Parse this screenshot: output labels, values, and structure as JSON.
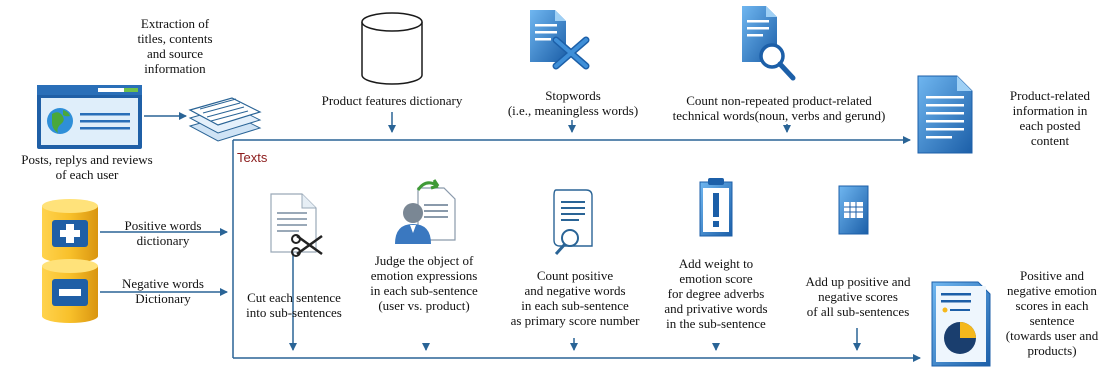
{
  "colors": {
    "arrow": "#2a6496",
    "icon_blue": "#1e6fb8",
    "icon_light": "#5aa6e8",
    "cylinder_yellow": "#f5b81c",
    "texts_label": "#8b1a1a"
  },
  "labels": {
    "extraction": "Extraction of\ntitles, contents\nand source\ninformation",
    "posts": "Posts, replys and reviews\nof each user",
    "texts": "Texts",
    "product_dict": "Product features dictionary",
    "stopwords": "Stopwords\n(i.e., meaningless words)",
    "count_nonrepeated": "Count non-repeated product-related\ntechnical words(noun, verbs and gerund)",
    "product_related_info": "Product-related\ninformation in\neach posted\ncontent",
    "positive_dict": "Positive words\ndictionary",
    "negative_dict": "Negative words\nDictionary",
    "cut_sentence": "Cut each sentence\ninto sub-sentences",
    "judge_object": "Judge the object of\nemotion expressions\nin each sub-sentence\n(user vs. product)",
    "count_posneg": "Count positive\nand negative words\nin each sub-sentence\nas primary score number",
    "add_weight": "Add weight to\nemotion score\nfor degree adverbs\nand privative words\nin the sub-sentence",
    "add_up": "Add up positive and\nnegative scores\nof all sub-sentences",
    "emotion_scores": "Positive and\nnegative emotion\nscores in each\nsentence\n(towards user and\nproducts)"
  },
  "icons": [
    "browser-window-icon",
    "documents-stack-icon",
    "database-cylinder-icon",
    "delete-document-icon",
    "search-document-icon",
    "report-document-icon",
    "plus-database-icon",
    "minus-database-icon",
    "cut-document-icon",
    "user-document-icon",
    "scroll-search-icon",
    "important-document-icon",
    "spreadsheet-document-icon",
    "pie-chart-report-icon"
  ]
}
